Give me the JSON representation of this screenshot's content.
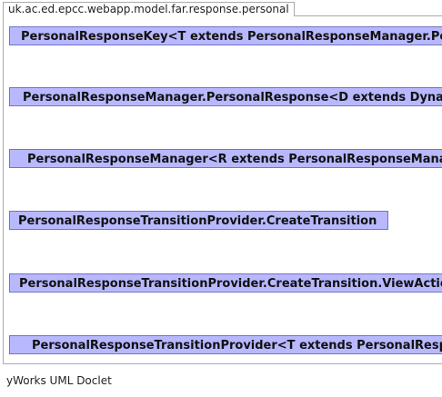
{
  "package": {
    "name": "uk.ac.ed.epcc.webapp.model.far.response.personal"
  },
  "classes": [
    {
      "label": "PersonalResponseKey<T extends PersonalResponseManager.PersonalResponse>"
    },
    {
      "label": "PersonalResponseManager.PersonalResponse<D extends DynamicForm>"
    },
    {
      "label": "PersonalResponseManager<R extends PersonalResponseManager.PersonalResponse<F>, F>"
    },
    {
      "label": "PersonalResponseTransitionProvider.CreateTransition"
    },
    {
      "label": "PersonalResponseTransitionProvider.CreateTransition.ViewAction"
    },
    {
      "label": "PersonalResponseTransitionProvider<T extends PersonalResponseKey>"
    }
  ],
  "footer": {
    "text": "yWorks UML Doclet"
  }
}
